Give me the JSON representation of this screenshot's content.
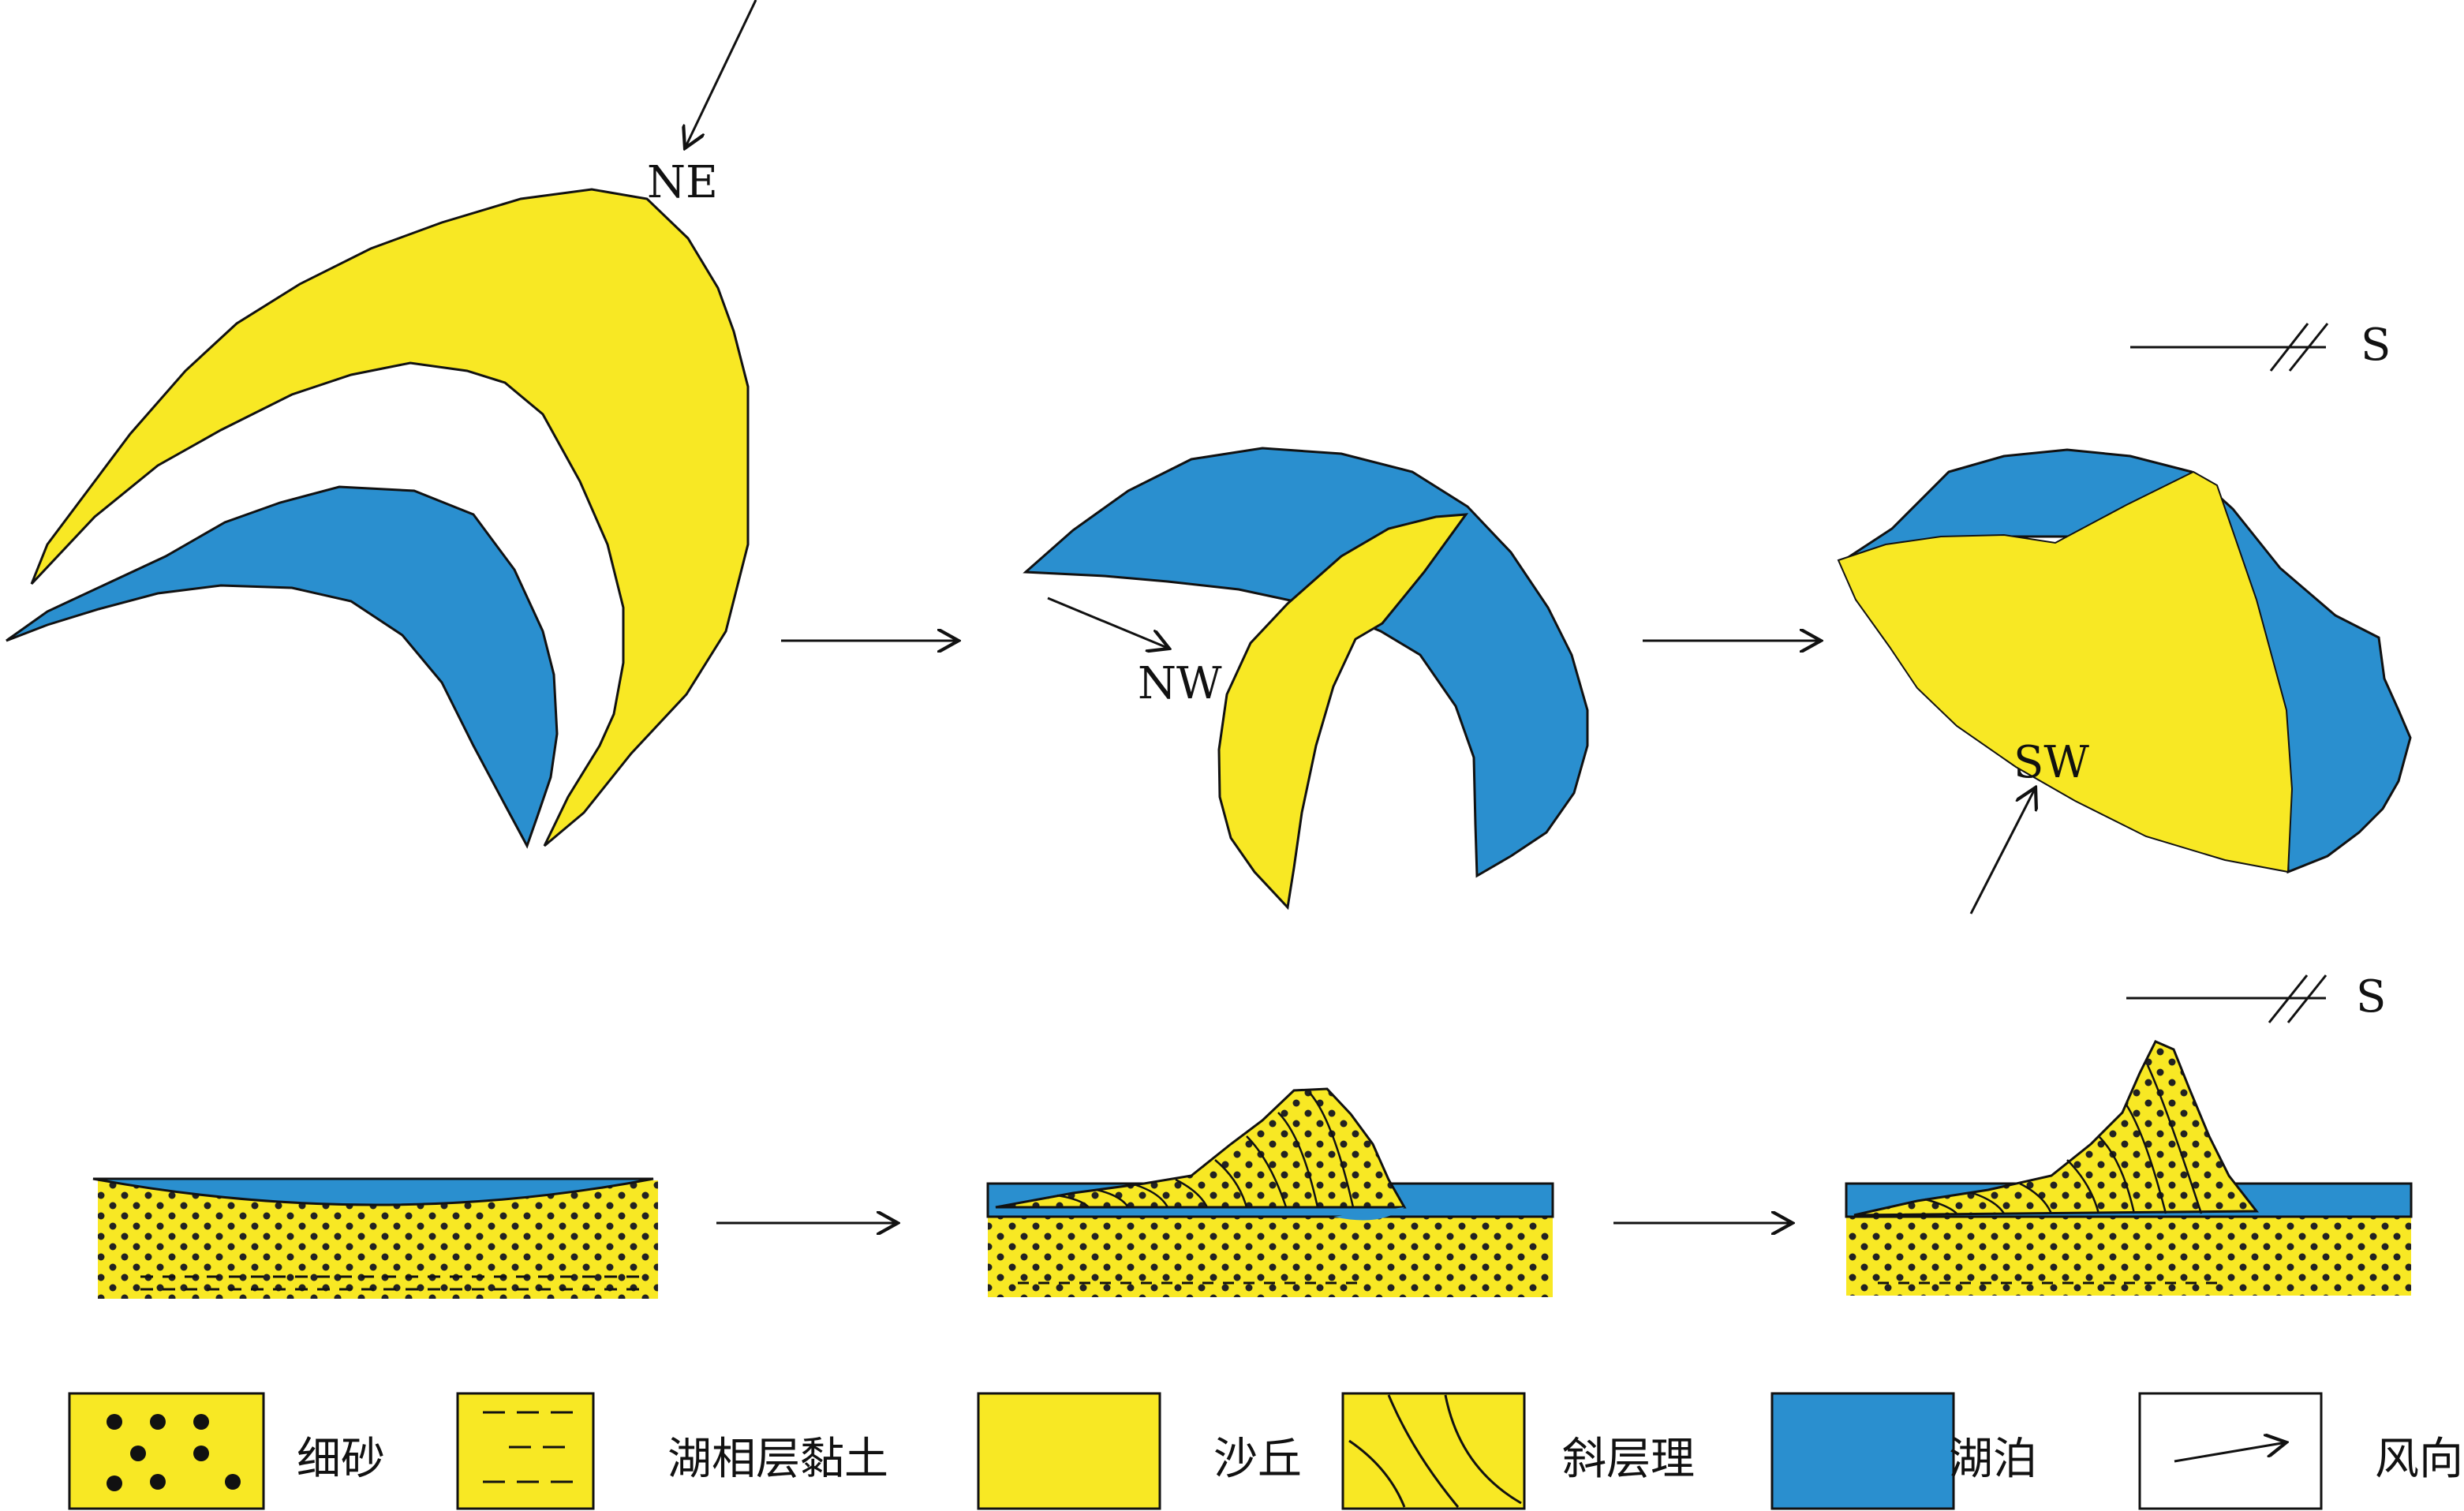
{
  "colors": {
    "sand": "#F8E824",
    "lake": "#2A8FCF",
    "line": "#111111",
    "dots": "#222222",
    "background": "#FFFFFF"
  },
  "wind_labels": {
    "stage1": "NE",
    "stage2": "NW",
    "stage3": "SW"
  },
  "scale_labels": {
    "plan": "S",
    "section": "S"
  },
  "legend": [
    {
      "id": "fine-sand",
      "label": "细砂",
      "pattern": "dots"
    },
    {
      "id": "lacustrine-clay",
      "label": "湖相层黏土",
      "pattern": "dashes"
    },
    {
      "id": "dune",
      "label": "沙丘",
      "pattern": "solid-sand"
    },
    {
      "id": "cross-bedding",
      "label": "斜层理",
      "pattern": "curves"
    },
    {
      "id": "lake",
      "label": "湖泊",
      "pattern": "solid-lake"
    },
    {
      "id": "wind-direction",
      "label": "风向",
      "pattern": "arrow"
    }
  ]
}
